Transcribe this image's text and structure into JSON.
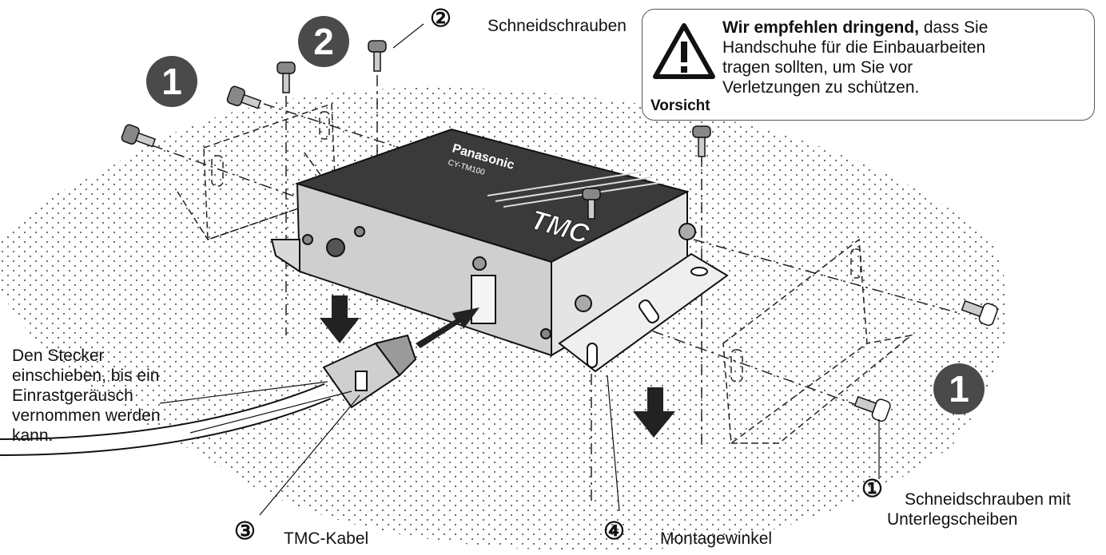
{
  "step_markers": [
    "1",
    "2",
    "1"
  ],
  "warning": {
    "icon": "warning-triangle-icon",
    "word": "Vorsicht",
    "bold_lead": "Wir empfehlen dringend,",
    "text_1": " dass Sie",
    "lines": [
      "Handschuhe für die Einbauarbeiten",
      "tragen sollten, um Sie vor",
      "Verletzungen zu schützen."
    ]
  },
  "callouts": [
    {
      "number": "①",
      "text_lines": [
        "Schneidschrauben mit",
        "Unterlegscheiben"
      ]
    },
    {
      "number": "②",
      "text_lines": [
        "Schneidschrauben"
      ]
    },
    {
      "number": "③",
      "text_lines": [
        "TMC-Kabel"
      ]
    },
    {
      "number": "④",
      "text_lines": [
        "Montagewinkel"
      ]
    }
  ],
  "plug_note": [
    "Den Stecker",
    "einschieben, bis ein",
    "Einrastgeräusch",
    "vernommen werden",
    "kann."
  ],
  "device": {
    "brand": "Panasonic",
    "model": "CY-TM100",
    "logo": "TMC"
  }
}
